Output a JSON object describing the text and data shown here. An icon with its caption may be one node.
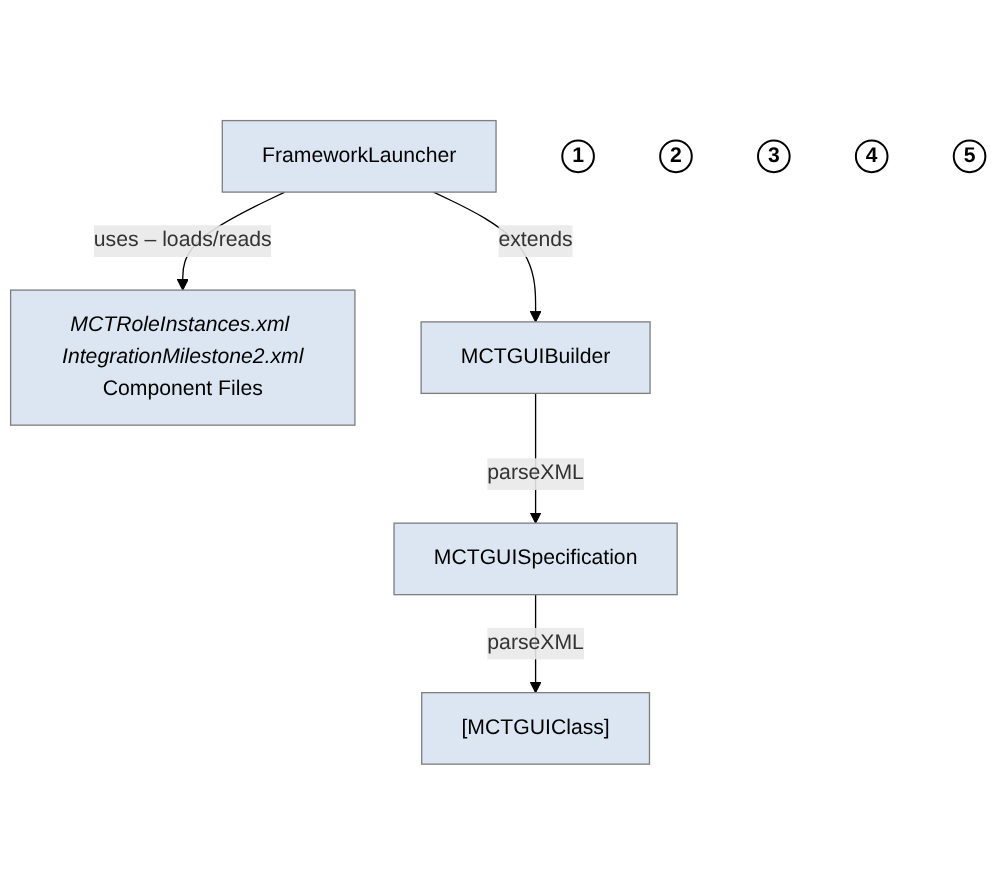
{
  "diagram": {
    "nodes": [
      {
        "text": [
          "MCTRoleInstances.xml IntegrationMilestone2.xml",
          "Component Files"
        ]
      },
      {
        "text": [
          "FrameworkLauncher"
        ]
      },
      {
        "text": [
          "MCTGUIBuilder"
        ]
      },
      {
        "text": [
          "MCTGUISpecification"
        ]
      },
      {
        "text": [
          "[MCTGUIClass]"
        ]
      },
      {
        "text": [
          "1"
        ]
      },
      {
        "text": [
          "2"
        ]
      },
      {
        "text": [
          "3"
        ]
      },
      {
        "text": [
          "4"
        ]
      },
      {
        "text": [
          "5"
        ]
      }
    ],
    "edges": [
      {
        "from": 1,
        "to": 0,
        "arrow": "to",
        "label": "uses – loads/reads"
      },
      {
        "from": 1,
        "to": 2,
        "arrow": "to",
        "label": "extends"
      },
      {
        "from": 2,
        "to": 3,
        "arrow": "to",
        "label": "parseXML"
      },
      {
        "from": 3,
        "to": 4,
        "arrow": "to",
        "label": "parseXML"
      }
    ]
  }
}
